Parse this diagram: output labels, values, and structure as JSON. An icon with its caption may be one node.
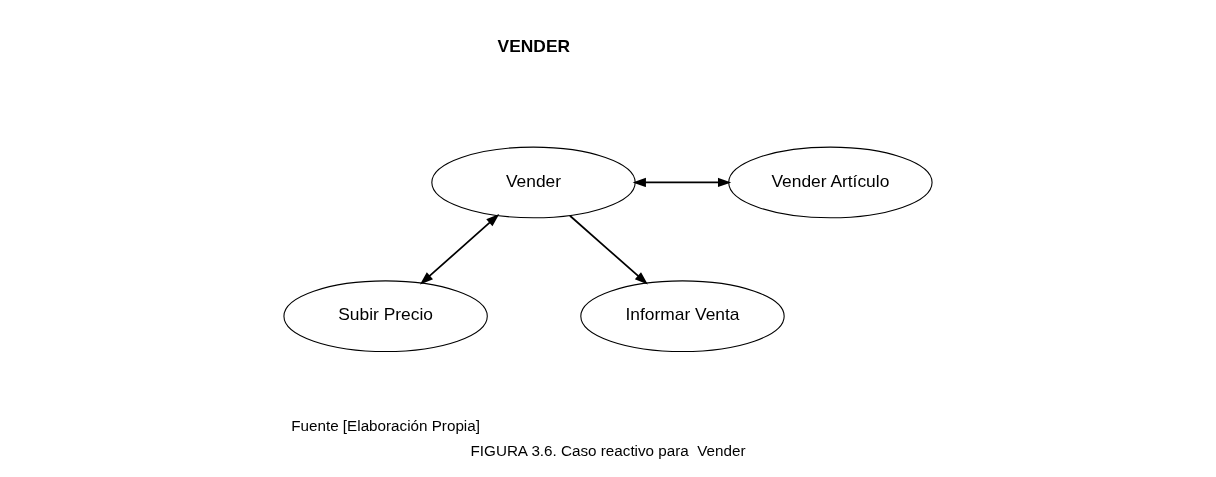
{
  "diagram": {
    "title": "VENDER",
    "caption": "FIGURA 3.6. Caso reactivo para  Vender",
    "nodes": [
      {
        "text": [
          "Vender"
        ]
      },
      {
        "text": [
          "Vender Artículo"
        ]
      },
      {
        "text": [
          "Subir Precio"
        ]
      },
      {
        "text": [
          "Informar Venta"
        ]
      }
    ],
    "edges": [
      {
        "from": 0,
        "to": 1,
        "arrow": "both"
      },
      {
        "from": 0,
        "to": 2,
        "arrow": "both"
      },
      {
        "from": 0,
        "to": 3,
        "arrow": "to"
      }
    ],
    "labels": [
      "Fuente [Elaboración Propia]"
    ]
  }
}
